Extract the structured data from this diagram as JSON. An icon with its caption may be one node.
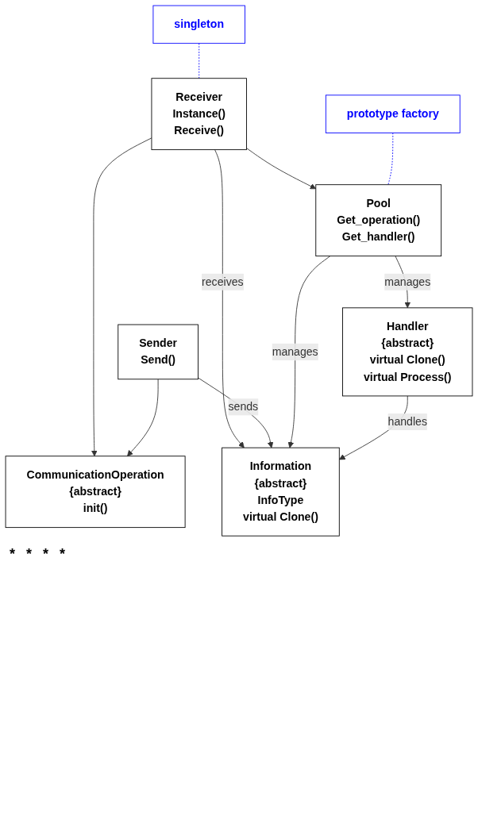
{
  "diagram": {
    "nodes": [
      {
        "text": [
          "CommunicationOperation",
          "{abstract}",
          "init()"
        ]
      },
      {
        "text": [
          "singleton"
        ]
      },
      {
        "text": [
          "Receiver",
          "Instance()",
          "Receive()"
        ]
      },
      {
        "text": [
          "Sender",
          "Send()"
        ]
      },
      {
        "text": [
          "Information",
          "{abstract}",
          "InfoType",
          "virtual Clone()"
        ]
      },
      {
        "text": [
          "Pool",
          "Get_operation()",
          "Get_handler()"
        ]
      },
      {
        "text": [
          "Handler",
          "{abstract}",
          "virtual Clone()",
          "virtual Process()"
        ]
      },
      {
        "text": [
          "prototype factory"
        ]
      }
    ],
    "edges": [
      {
        "from": 2,
        "to": 0,
        "arrow": "to"
      },
      {
        "from": 3,
        "to": 0,
        "arrow": "to"
      },
      {
        "from": 1,
        "to": 2,
        "arrow": "none",
        "style": "dashed",
        "color": "#0000ff"
      },
      {
        "from": 2,
        "to": 4,
        "arrow": "to",
        "label": "receives"
      },
      {
        "from": 3,
        "to": 4,
        "arrow": "to",
        "label": "sends"
      },
      {
        "from": 2,
        "to": 5,
        "arrow": "to"
      },
      {
        "from": 5,
        "to": 4,
        "arrow": "to",
        "label": "manages"
      },
      {
        "from": 6,
        "to": 4,
        "arrow": "to",
        "label": "handles"
      },
      {
        "from": 5,
        "to": 6,
        "arrow": "to",
        "label": "manages"
      },
      {
        "from": 7,
        "to": 5,
        "arrow": "none",
        "style": "dashed",
        "color": "#0000ff"
      }
    ],
    "labels": [
      "*",
      "*",
      "*",
      "*"
    ]
  }
}
